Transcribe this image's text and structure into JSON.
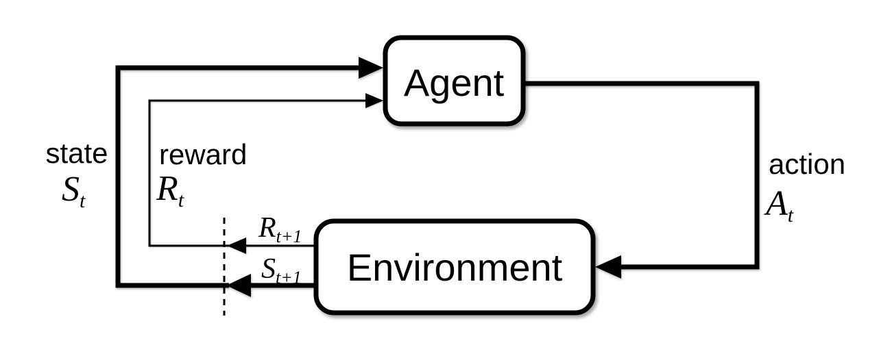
{
  "diagram": {
    "nodes": {
      "agent": {
        "label": "Agent"
      },
      "environment": {
        "label": "Environment"
      }
    },
    "annotations": {
      "state": {
        "word": "state",
        "symbol": "S",
        "subscript": "t"
      },
      "reward": {
        "word": "reward",
        "symbol": "R",
        "subscript": "t"
      },
      "action": {
        "word": "action",
        "symbol": "A",
        "subscript": "t"
      },
      "next_reward": {
        "symbol": "R",
        "subscript": "t+1"
      },
      "next_state": {
        "symbol": "S",
        "subscript": "t+1"
      }
    },
    "colors": {
      "stroke": "#000000",
      "node_fill": "#ffffff",
      "background": "#ffffff"
    }
  }
}
